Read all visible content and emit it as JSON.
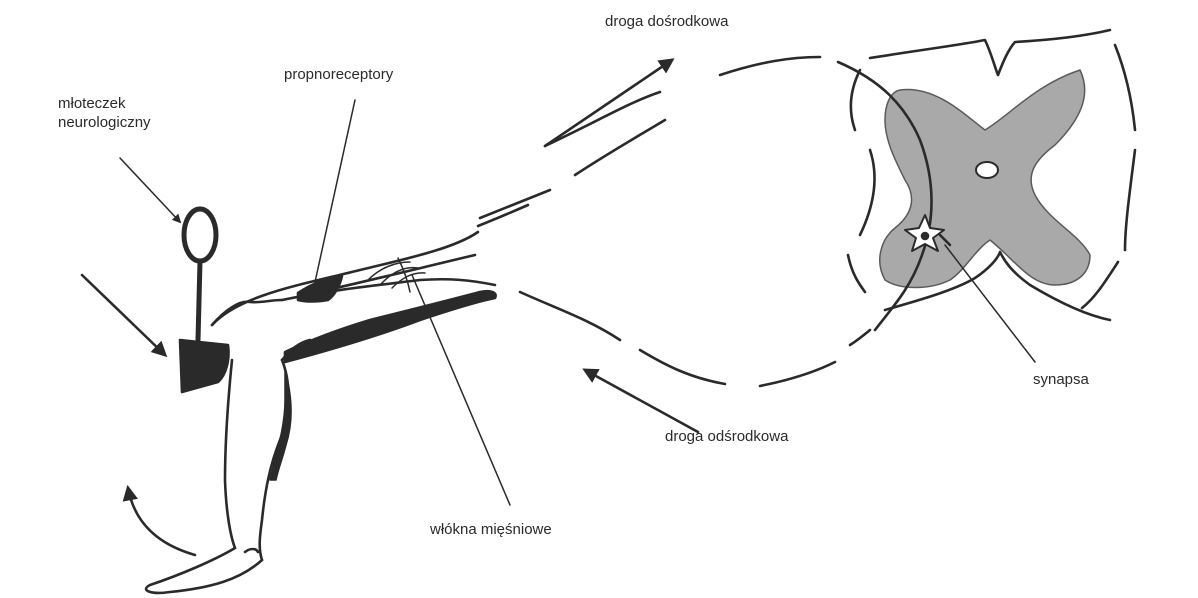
{
  "labels": {
    "hammer_line1": "młoteczek",
    "hammer_line2": "neurologiczny",
    "proprioceptors": "propnoreceptory",
    "afferent_path": "droga dośrodkowa",
    "efferent_path": "droga odśrodkowa",
    "synapse": "synapsa",
    "muscle_fibers": "włókna mięśniowe"
  },
  "colors": {
    "ink": "#2a2a2a",
    "grey_matter": "#a9a9a9",
    "background": "#ffffff"
  }
}
